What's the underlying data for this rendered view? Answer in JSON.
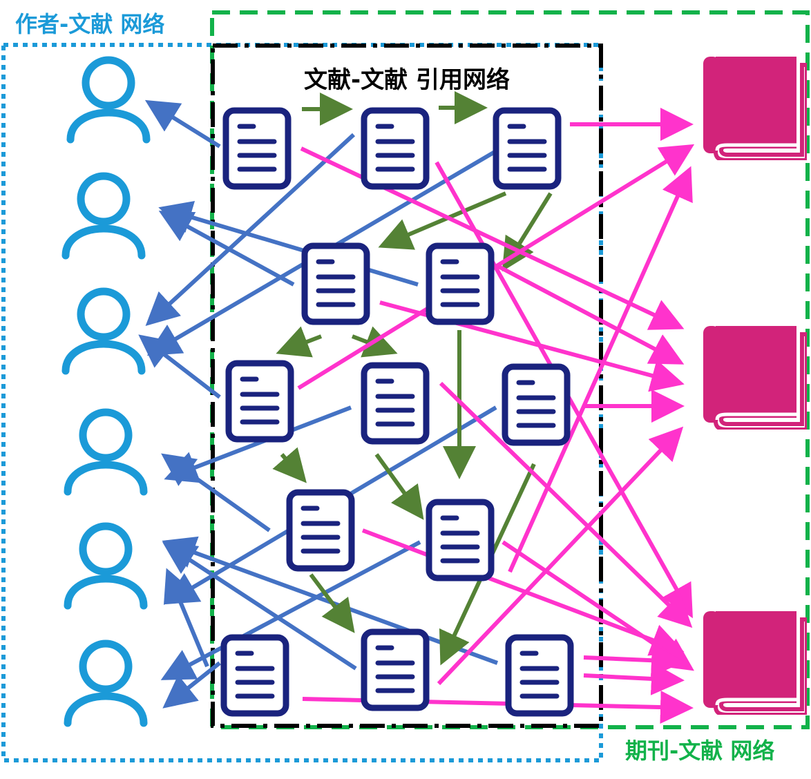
{
  "labels": {
    "author_literature": "作者-文献 网络",
    "citation_network": "文献-文献 引用网络",
    "journal_literature": "期刊-文献 网络"
  },
  "colors": {
    "author": "#1b9ad8",
    "document": "#1a237e",
    "book": "#d2237a",
    "author_edge": "#4472c4",
    "citation_edge": "#548235",
    "journal_edge": "#ff33cc",
    "journal_box": "#12b24a",
    "citation_box": "#000000"
  },
  "icons": {
    "author": "person-icon",
    "document": "document-icon",
    "journal": "book-icon"
  }
}
